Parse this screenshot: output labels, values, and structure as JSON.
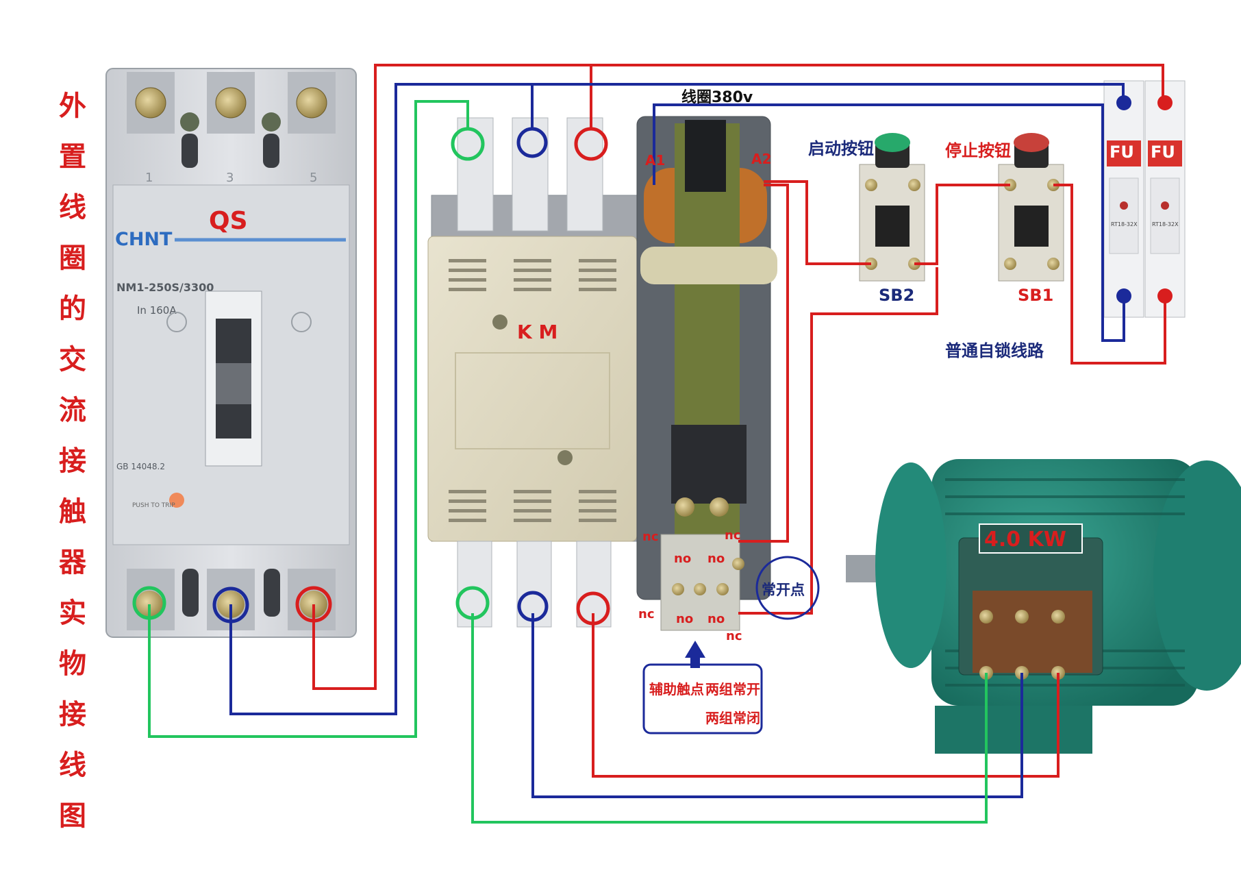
{
  "title_vertical": [
    "外",
    "置",
    "线",
    "圈",
    "的",
    "交",
    "流",
    "接",
    "触",
    "器",
    "实",
    "物",
    "接",
    "线",
    "图"
  ],
  "breaker": {
    "label": "QS",
    "brand": "CHNT",
    "model": "NM1-250S/3300",
    "rating": "In 160A",
    "top_terminals": [
      "1",
      "3",
      "5"
    ],
    "standard": "GB 14048.2",
    "button_text": "PUSH TO TRIP"
  },
  "contactor": {
    "label": "K M",
    "coil_label": "线圈380v",
    "coil_terminal_a1": "A1",
    "coil_terminal_a2": "A2",
    "aux_labels": {
      "nc": "nc",
      "no": "no"
    },
    "normally_open_point": "常开点",
    "aux_note_line1": "辅助触点",
    "aux_note_line2": "两组常开",
    "aux_note_line3": "两组常闭"
  },
  "buttons": {
    "start_label": "启动按钮",
    "stop_label": "停止按钮",
    "start_id": "SB2",
    "stop_id": "SB1",
    "circuit_label": "普通自锁线路"
  },
  "fuses": {
    "labels": [
      "FU",
      "FU"
    ],
    "model": "RT18-32X"
  },
  "motor": {
    "power": "4.0 KW"
  },
  "colors": {
    "phase_red": "#d81e1e",
    "phase_blue": "#1b2a9a",
    "phase_green": "#22c55e",
    "title_red": "#d81e1e",
    "motor_green": "#1f8a78"
  }
}
